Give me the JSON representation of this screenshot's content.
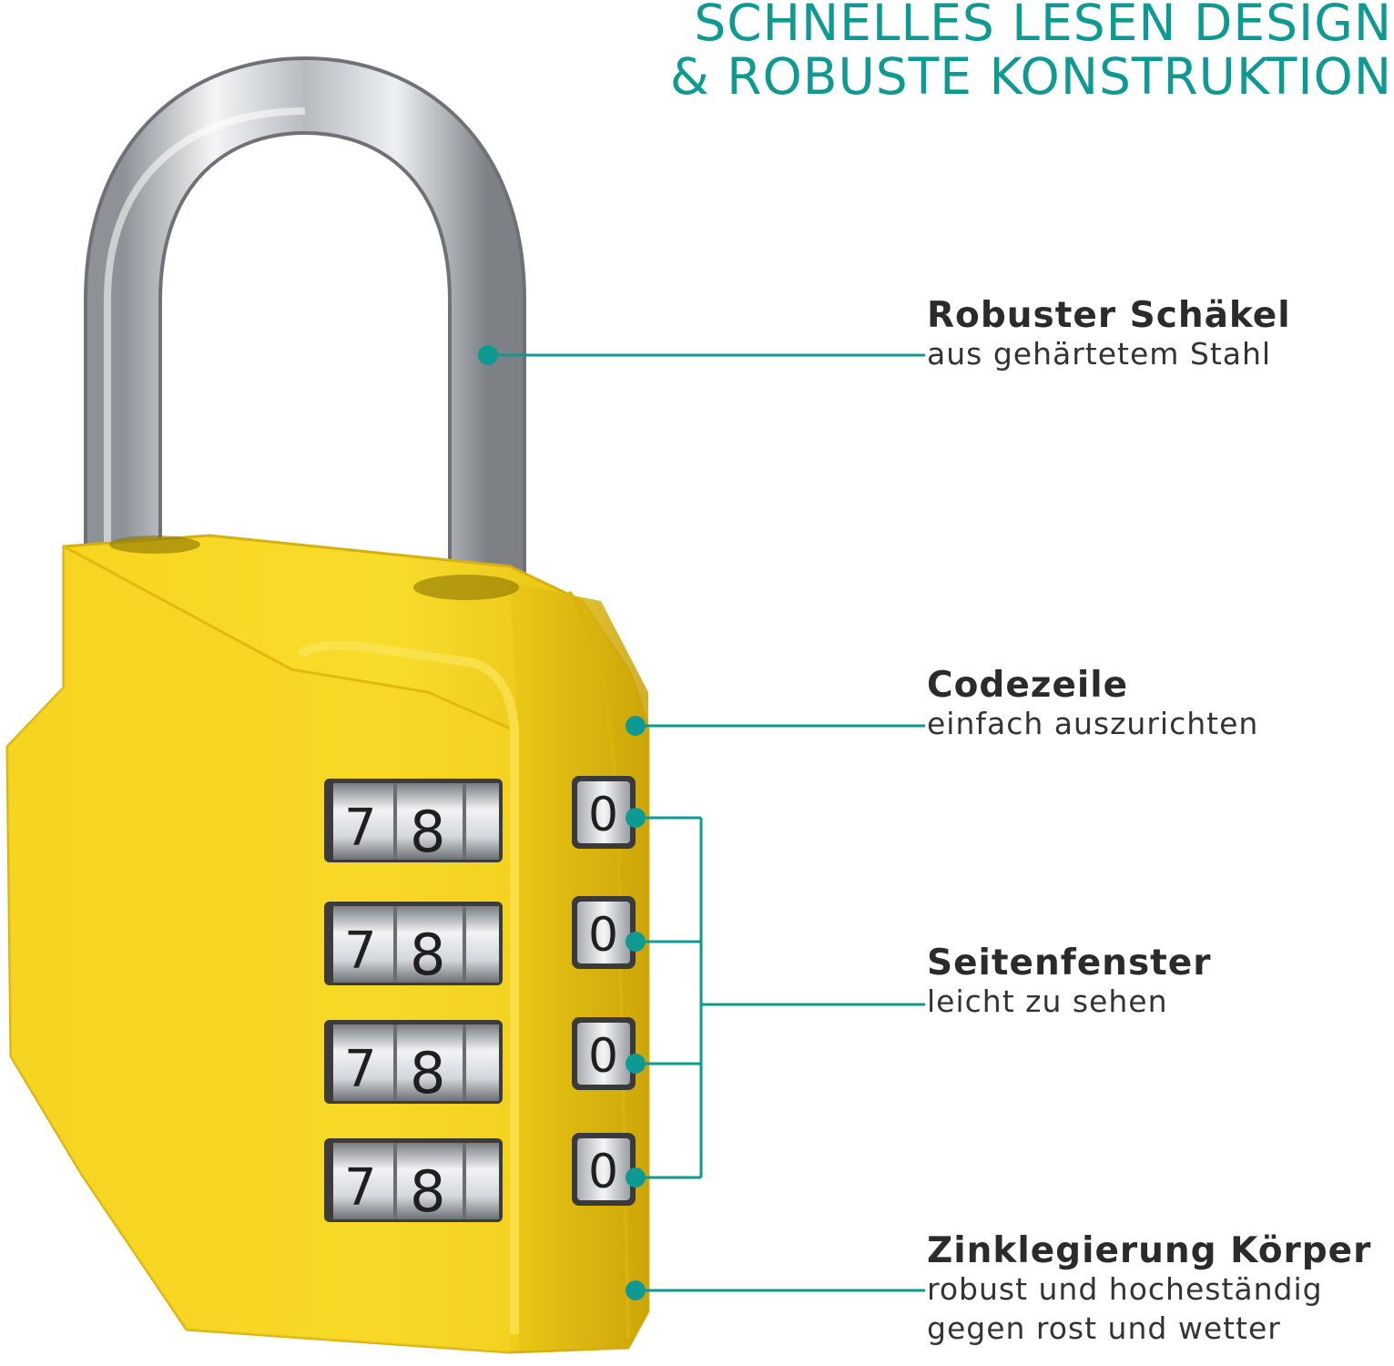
{
  "headline": {
    "line1": "SCHNELLES LESEN DESIGN",
    "line2": "& ROBUSTE KONSTRUKTION"
  },
  "callouts": [
    {
      "title": "Robuster Schäkel",
      "desc1": "aus gehärtetem Stahl",
      "desc2": ""
    },
    {
      "title": "Codezeile",
      "desc1": "einfach auszurichten",
      "desc2": ""
    },
    {
      "title": "Seitenfenster",
      "desc1": "leicht zu sehen",
      "desc2": ""
    },
    {
      "title": "Zinklegierung Körper",
      "desc1": "robust und hocheständig",
      "desc2": "gegen rost und wetter"
    }
  ],
  "dials": {
    "front_left": "7",
    "front_right": "8",
    "side": "0",
    "row_count": 4
  },
  "colors": {
    "accent": "#0e9a92",
    "lock_body": "#f5d21f",
    "shackle": "#c9ccd0"
  }
}
